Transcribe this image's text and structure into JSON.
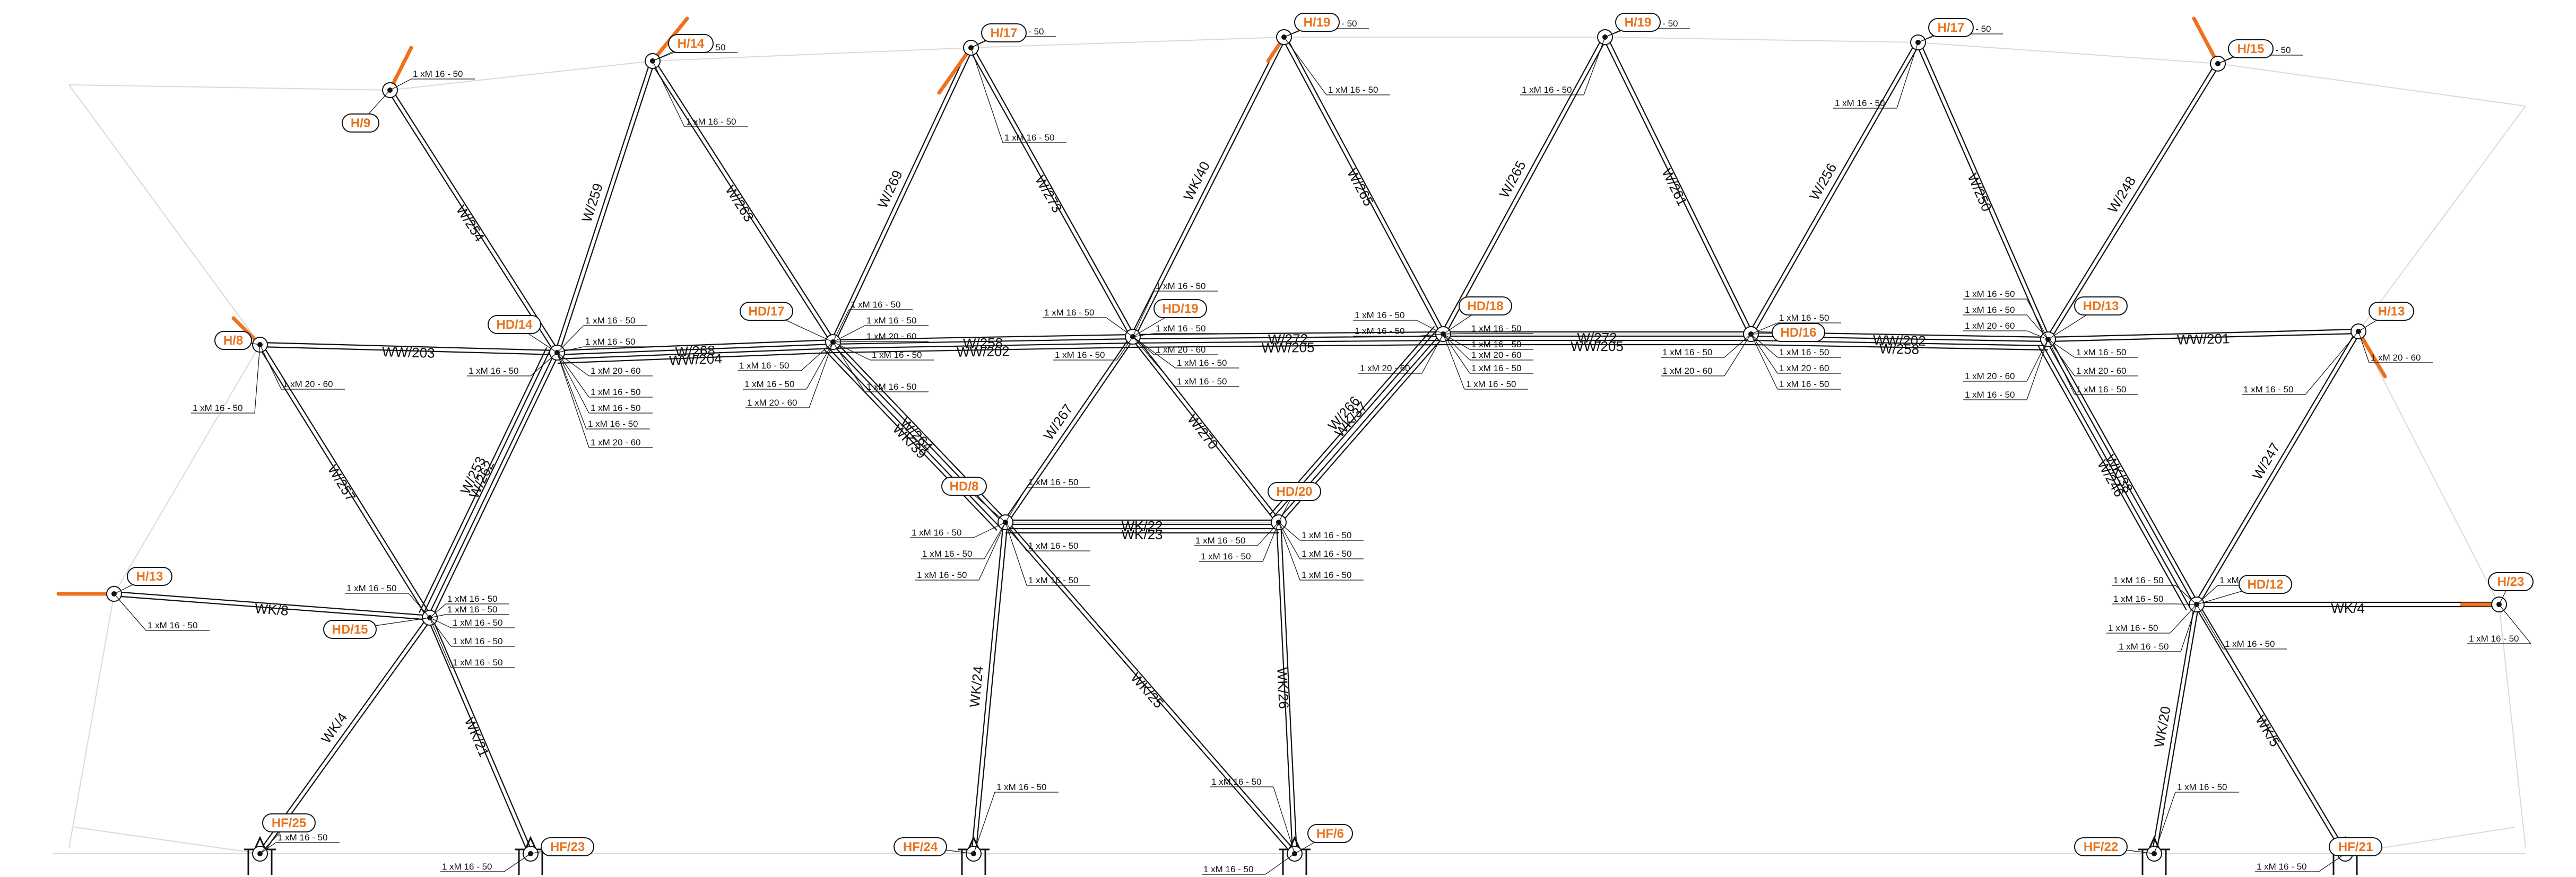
{
  "colors": {
    "line": "#111111",
    "tag_text": "#e8731c",
    "accent_rod": "#f07020",
    "background_mesh": "#d9d9d9"
  },
  "nodes": [
    {
      "id": "n1",
      "tag": "H/9"
    },
    {
      "id": "n2",
      "tag": "H/14"
    },
    {
      "id": "n3",
      "tag": "H/17"
    },
    {
      "id": "n4",
      "tag": "H/19"
    },
    {
      "id": "n5",
      "tag": "H/19"
    },
    {
      "id": "n6",
      "tag": "H/17"
    },
    {
      "id": "n7",
      "tag": "H/15"
    },
    {
      "id": "n8",
      "tag": "H/8"
    },
    {
      "id": "n9",
      "tag": "HD/14"
    },
    {
      "id": "n10",
      "tag": "HD/17"
    },
    {
      "id": "n11",
      "tag": "HD/19"
    },
    {
      "id": "n12",
      "tag": "HD/18"
    },
    {
      "id": "n13",
      "tag": "HD/16"
    },
    {
      "id": "n14",
      "tag": "HD/13"
    },
    {
      "id": "n15",
      "tag": "H/13"
    },
    {
      "id": "n16",
      "tag": "HD/8"
    },
    {
      "id": "n17",
      "tag": "HD/20"
    },
    {
      "id": "n18",
      "tag": "H/13"
    },
    {
      "id": "n19",
      "tag": "HD/15"
    },
    {
      "id": "n20",
      "tag": "HD/12"
    },
    {
      "id": "n21",
      "tag": "H/23"
    },
    {
      "id": "n22",
      "tag": "HF/25"
    },
    {
      "id": "n23",
      "tag": "HF/23"
    },
    {
      "id": "n24",
      "tag": "HF/24"
    },
    {
      "id": "n25",
      "tag": "HF/6"
    },
    {
      "id": "n26",
      "tag": "HF/22"
    },
    {
      "id": "n27",
      "tag": "HF/21"
    }
  ],
  "members": [
    {
      "label": "W/254"
    },
    {
      "label": "W/259"
    },
    {
      "label": "W/263"
    },
    {
      "label": "W/269"
    },
    {
      "label": "W/273"
    },
    {
      "label": "WK/40"
    },
    {
      "label": "W/265"
    },
    {
      "label": "W/265"
    },
    {
      "label": "W/261"
    },
    {
      "label": "W/256"
    },
    {
      "label": "W/250"
    },
    {
      "label": "W/248"
    },
    {
      "label": "WW/203"
    },
    {
      "label": "W/268"
    },
    {
      "label": "WW/204"
    },
    {
      "label": "W/258"
    },
    {
      "label": "WW/202"
    },
    {
      "label": "W/272"
    },
    {
      "label": "WW/205"
    },
    {
      "label": "W/272"
    },
    {
      "label": "WW/205"
    },
    {
      "label": "WW/202"
    },
    {
      "label": "W/258"
    },
    {
      "label": "WW/201"
    },
    {
      "label": "W/257"
    },
    {
      "label": "W/262"
    },
    {
      "label": "W/253"
    },
    {
      "label": "W/264"
    },
    {
      "label": "WK/39"
    },
    {
      "label": "W/267"
    },
    {
      "label": "W/270"
    },
    {
      "label": "WK/37"
    },
    {
      "label": "W/266"
    },
    {
      "label": "WK/38"
    },
    {
      "label": "W/246"
    },
    {
      "label": "W/247"
    },
    {
      "label": "WK/8"
    },
    {
      "label": "WK/22"
    },
    {
      "label": "WK/23"
    },
    {
      "label": "WK/4"
    },
    {
      "label": "WK/4"
    },
    {
      "label": "WK/21"
    },
    {
      "label": "WK/24"
    },
    {
      "label": "WK/25"
    },
    {
      "label": "WK/26"
    },
    {
      "label": "WK/20"
    },
    {
      "label": "WK/5"
    }
  ],
  "bolt_labels": {
    "b16": "1 xM 16 - 50",
    "b20": "1 xM 20 - 60"
  }
}
